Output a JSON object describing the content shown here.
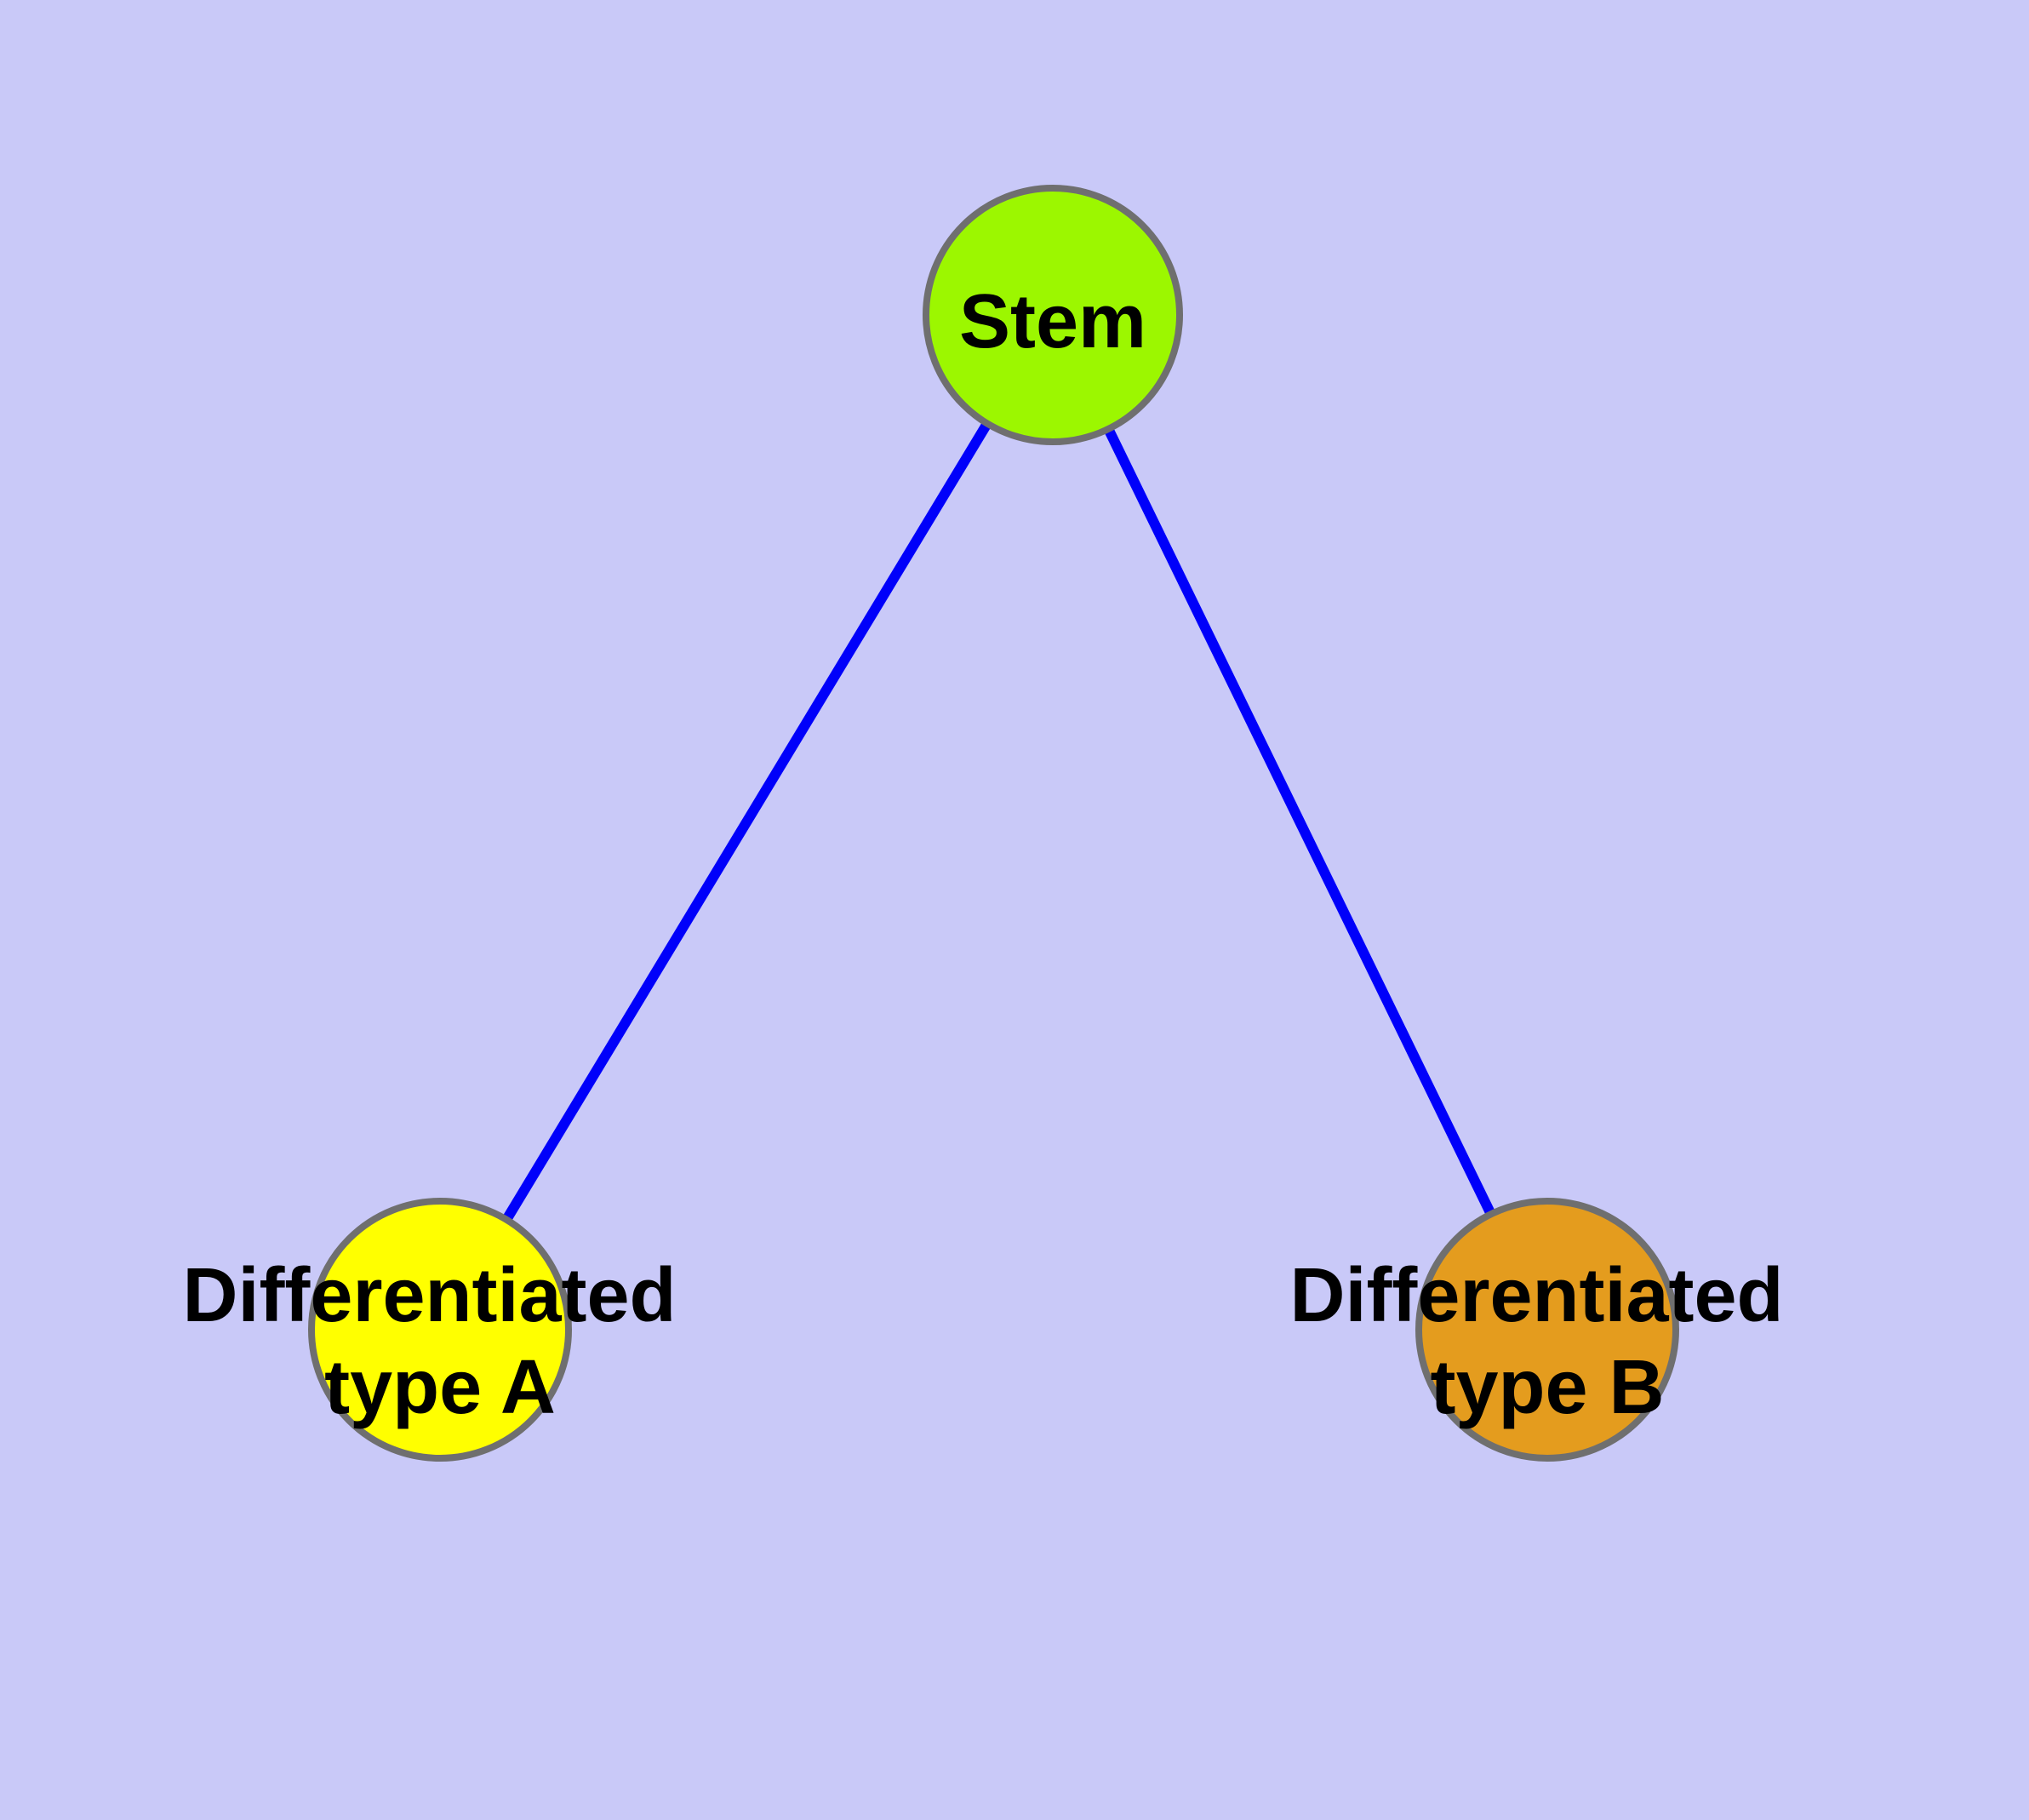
{
  "figure": {
    "kind": "node-link differentiation diagram",
    "background_color": "#c9c9f8",
    "label_color": "#000000",
    "node_border_color": "#6f6f6f",
    "edge_color": "#0000fa"
  },
  "graph": {
    "nodes": [
      {
        "id": "stem",
        "label": "Stem",
        "label_lines": [
          "Stem"
        ],
        "fill": "#9cf700",
        "stroke": "#6f6f6f"
      },
      {
        "id": "differentiated-type-a",
        "label": "Differentiated type A",
        "label_lines": [
          "Differentiated",
          "type A"
        ],
        "fill": "#ffff00",
        "stroke": "#6f6f6f"
      },
      {
        "id": "differentiated-type-b",
        "label": "Differentiated type B",
        "label_lines": [
          "Differentiated",
          "type B"
        ],
        "fill": "#e49c1e",
        "stroke": "#6f6f6f"
      }
    ],
    "edges": [
      {
        "from": "stem",
        "to": "differentiated-type-a",
        "color": "#0000fa"
      },
      {
        "from": "stem",
        "to": "differentiated-type-b",
        "color": "#0000fa"
      }
    ]
  }
}
